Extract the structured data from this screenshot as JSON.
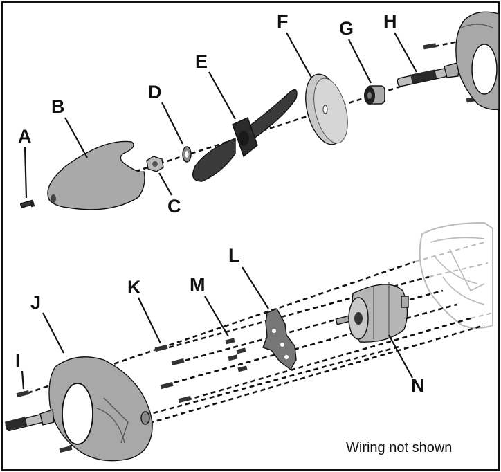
{
  "labels": {
    "A": "A",
    "B": "B",
    "C": "C",
    "D": "D",
    "E": "E",
    "F": "F",
    "G": "G",
    "H": "H",
    "I": "I",
    "J": "J",
    "K": "K",
    "L": "L",
    "M": "M",
    "N": "N"
  },
  "note": "Wiring not shown"
}
